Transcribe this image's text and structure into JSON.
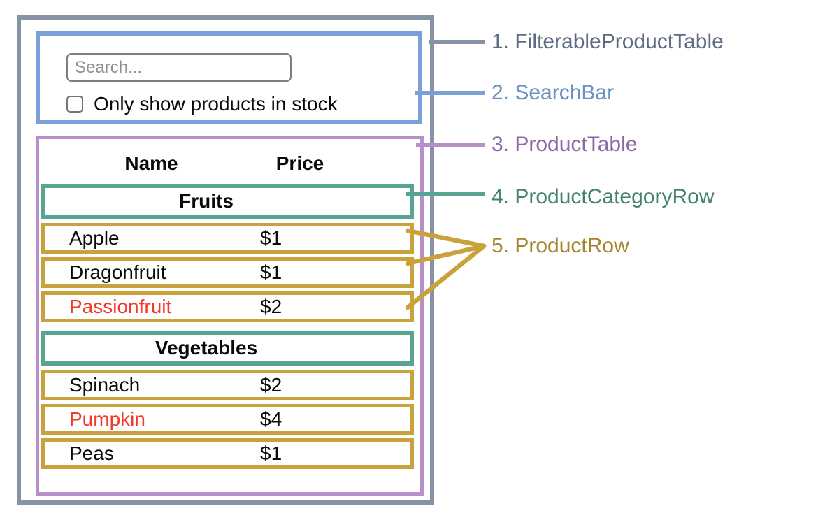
{
  "search_bar": {
    "placeholder": "Search...",
    "checkbox_label": "Only show products in stock",
    "checkbox_checked": false
  },
  "table": {
    "headers": [
      "Name",
      "Price"
    ],
    "sections": [
      {
        "category": "Fruits",
        "products": [
          {
            "name": "Apple",
            "price": "$1",
            "stocked": true
          },
          {
            "name": "Dragonfruit",
            "price": "$1",
            "stocked": true
          },
          {
            "name": "Passionfruit",
            "price": "$2",
            "stocked": false
          }
        ]
      },
      {
        "category": "Vegetables",
        "products": [
          {
            "name": "Spinach",
            "price": "$2",
            "stocked": true
          },
          {
            "name": "Pumpkin",
            "price": "$4",
            "stocked": false
          },
          {
            "name": "Peas",
            "price": "$1",
            "stocked": true
          }
        ]
      }
    ]
  },
  "legend": [
    {
      "number": "1.",
      "name": "FilterableProductTable",
      "text_color": "#5d6b84",
      "line_color": "#8692a6"
    },
    {
      "number": "2.",
      "name": "SearchBar",
      "text_color": "#6b90c2",
      "line_color": "#7ba0d8"
    },
    {
      "number": "3.",
      "name": "ProductTable",
      "text_color": "#8d68a6",
      "line_color": "#b88fc9"
    },
    {
      "number": "4.",
      "name": "ProductCategoryRow",
      "text_color": "#44816f",
      "line_color": "#57a492"
    },
    {
      "number": "5.",
      "name": "ProductRow",
      "text_color": "#a5832d",
      "line_color": "#c9a23c"
    }
  ],
  "colors": {
    "out_of_stock_text": "#f2392c",
    "in_stock_text": "#0a0a0a",
    "placeholder_text": "#8f8f8f"
  }
}
